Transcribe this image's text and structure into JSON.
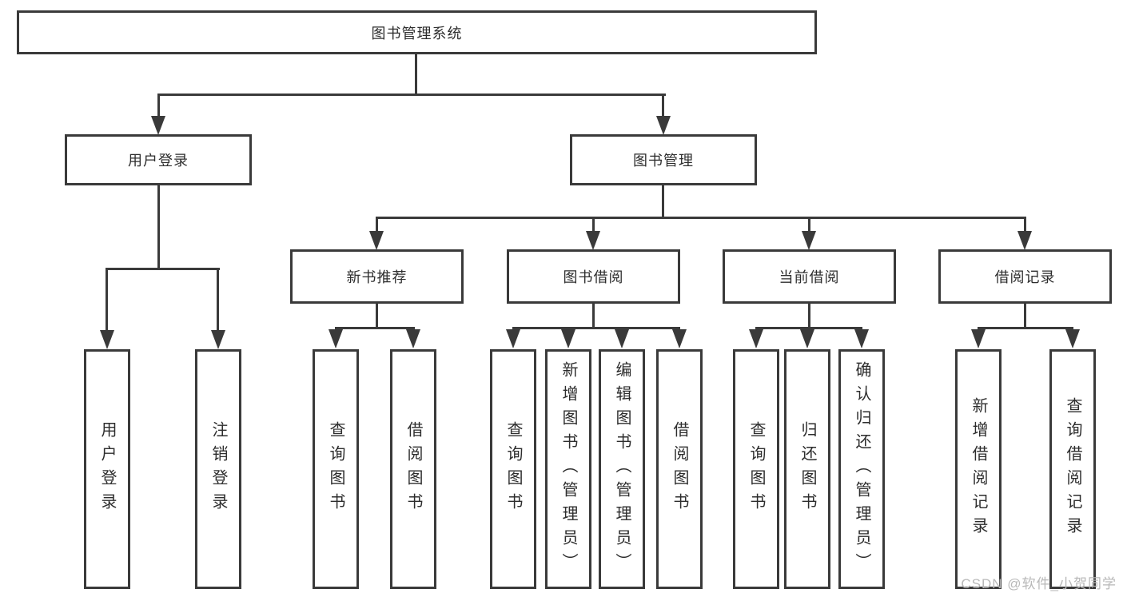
{
  "tree": {
    "root": "图书管理系统",
    "level2": [
      {
        "label": "用户登录",
        "children": [
          "用户登录",
          "注销登录"
        ]
      },
      {
        "label": "图书管理"
      }
    ],
    "level3": [
      {
        "label": "新书推荐",
        "children": [
          "查询图书",
          "借阅图书"
        ]
      },
      {
        "label": "图书借阅",
        "children": [
          "查询图书",
          "新增图书（管理员）",
          "编辑图书（管理员）",
          "借阅图书"
        ]
      },
      {
        "label": "当前借阅",
        "children": [
          "查询图书",
          "归还图书",
          "确认归还（管理员）"
        ]
      },
      {
        "label": "借阅记录",
        "children": [
          "新增借阅记录",
          "查询借阅记录"
        ]
      }
    ]
  },
  "watermark": "CSDN @软件_小贺同学",
  "colors": {
    "line": "#3a3a3a",
    "text": "#2d2d2d",
    "watermark": "#b8b8b8"
  }
}
